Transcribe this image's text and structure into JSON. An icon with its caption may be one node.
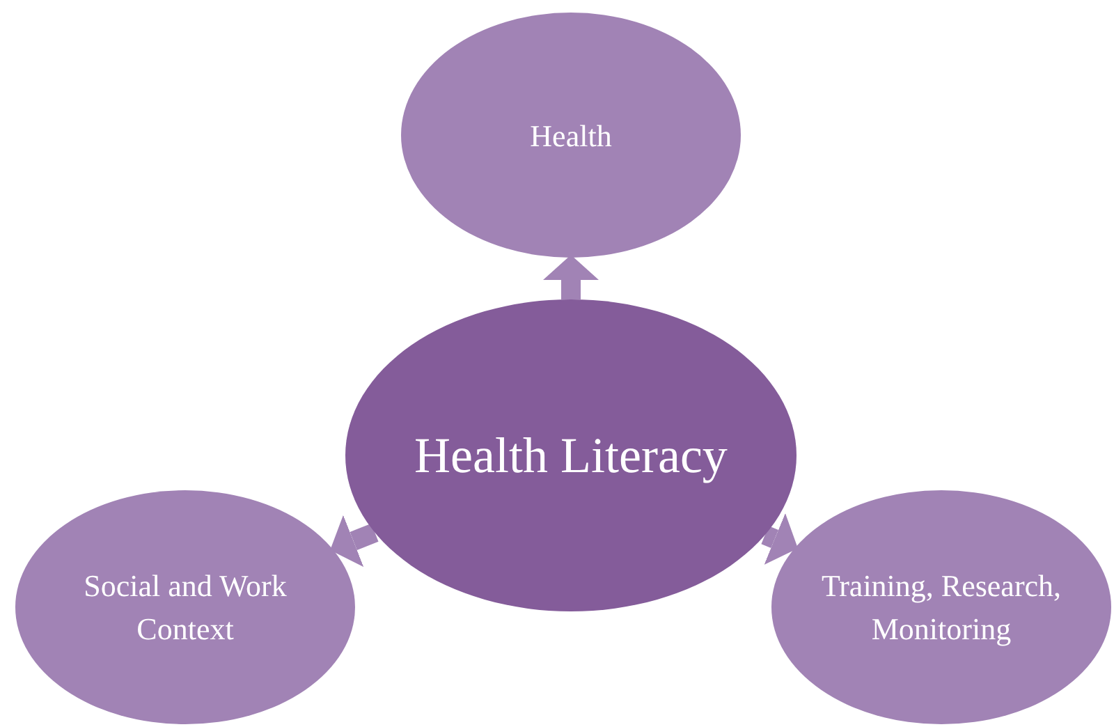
{
  "diagram": {
    "nodes": [
      {
        "text": [
          "Health"
        ]
      },
      {
        "text": [
          "Health Literacy"
        ]
      },
      {
        "text": [
          "Social and Work Context"
        ]
      },
      {
        "text": [
          "Training, Research, Monitoring"
        ]
      }
    ],
    "edges": [
      {
        "from": 1,
        "to": 0,
        "arrow": "to"
      },
      {
        "from": 1,
        "to": 2,
        "arrow": "to"
      },
      {
        "from": 1,
        "to": 3,
        "arrow": "to"
      }
    ]
  }
}
